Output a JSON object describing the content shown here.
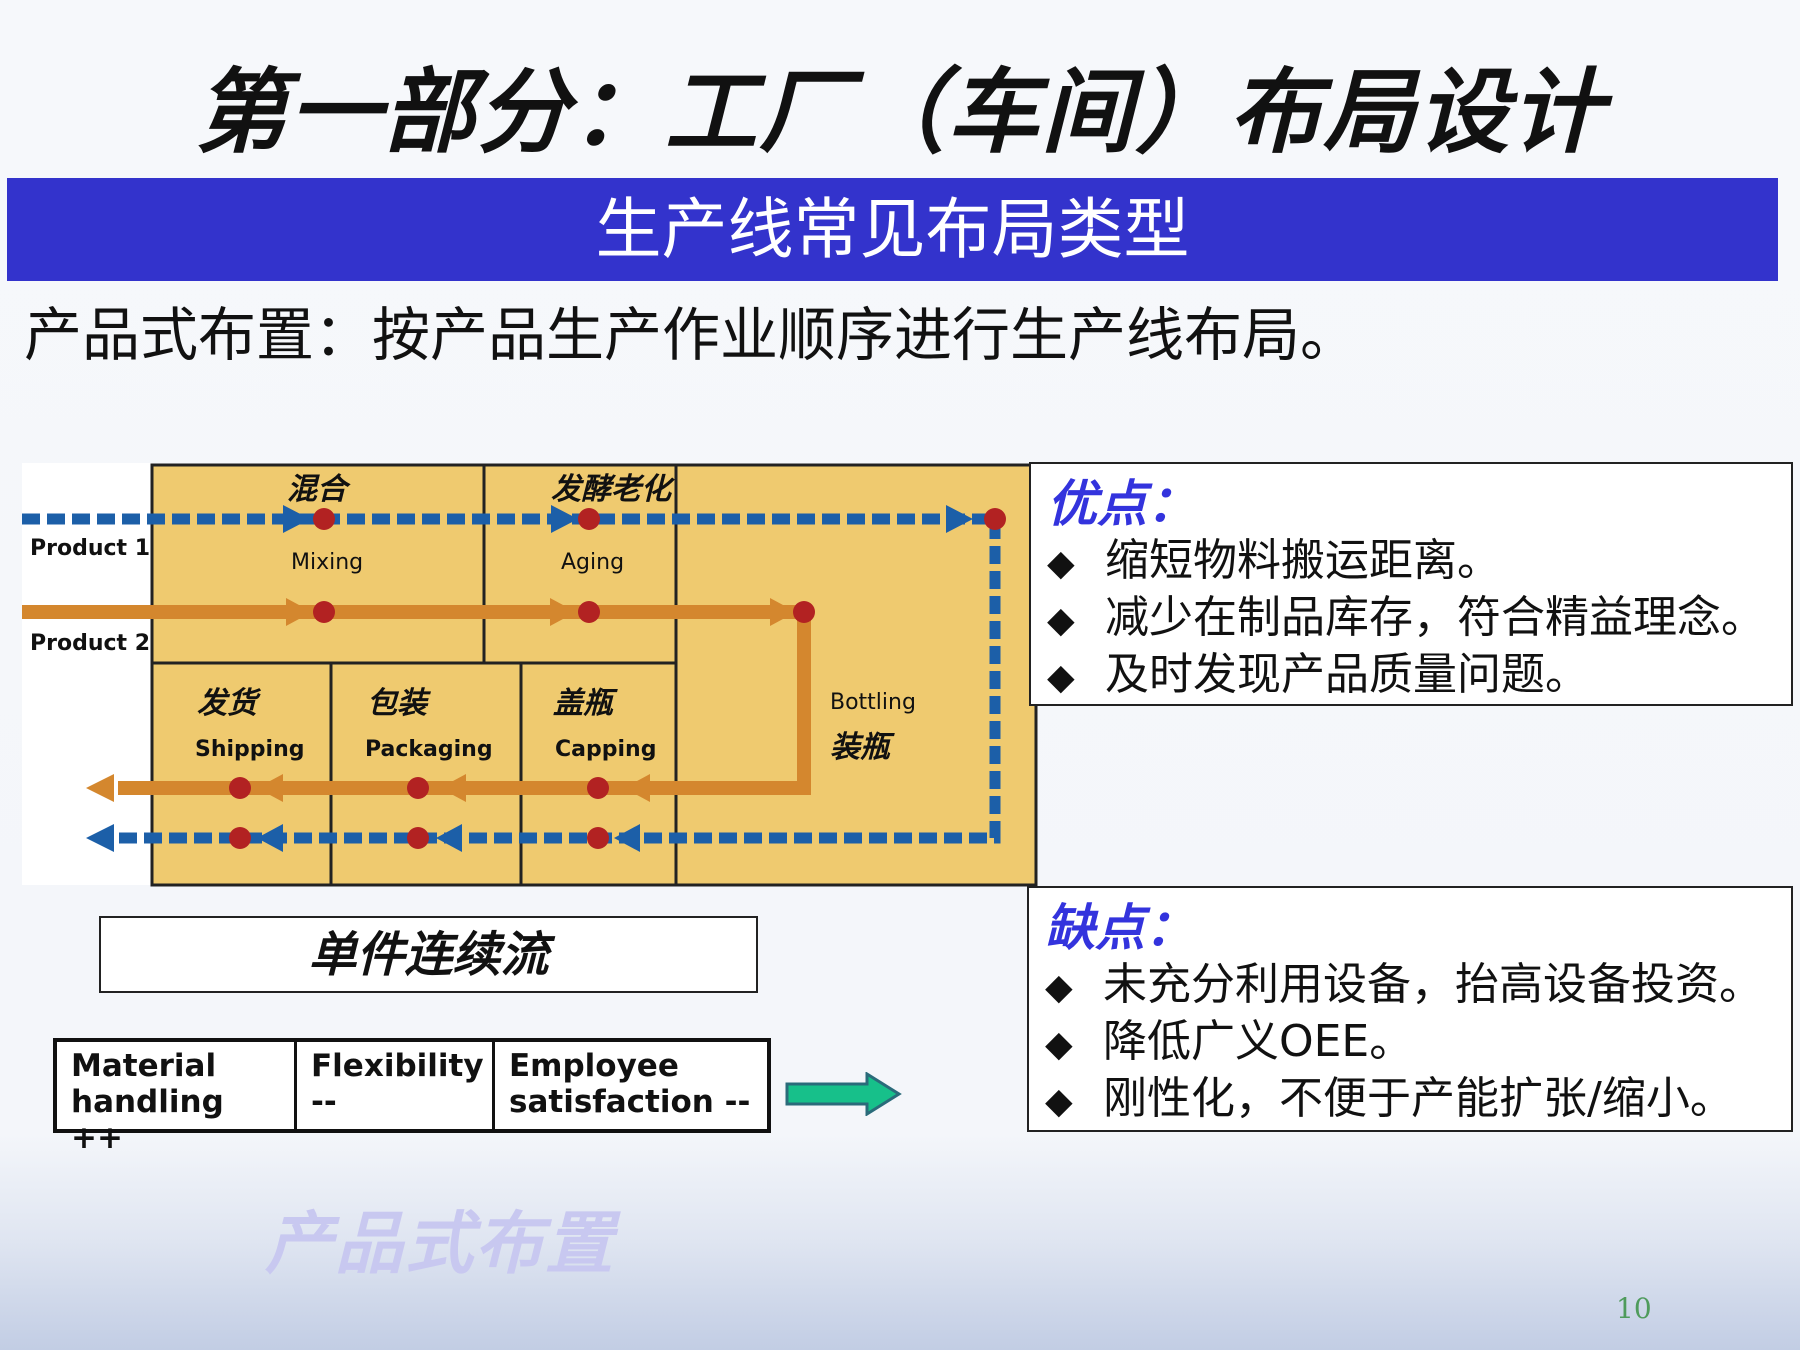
{
  "title": "第一部分：工厂（车间）布局设计",
  "banner": "生产线常见布局类型",
  "subheading": "产品式布置：按产品生产作业顺序进行生产线布局。",
  "diagram": {
    "products": [
      "Product 1",
      "Product 2"
    ],
    "stations": {
      "mixing_cn": "混合",
      "mixing_en": "Mixing",
      "aging_cn": "发酵老化",
      "aging_en": "Aging",
      "shipping_cn": "发货",
      "shipping_en": "Shipping",
      "packaging_cn": "包装",
      "packaging_en": "Packaging",
      "capping_cn": "盖瓶",
      "capping_en": "Capping",
      "bottling_en": "Bottling",
      "bottling_cn": "装瓶"
    },
    "colors": {
      "floor": "#efca6f",
      "product1": "#1c5fa8",
      "product2": "#d4872e",
      "node": "#b22222"
    }
  },
  "flow_label": "单件连续流",
  "tradeoffs": [
    {
      "line1": "Material",
      "line2": "handling ++"
    },
    {
      "line1": "Flexibility",
      "line2": "--"
    },
    {
      "line1": "Employee",
      "line2": "satisfaction --"
    }
  ],
  "arrow_icon": "right-arrow-icon",
  "pros": {
    "title": "优点：",
    "items": [
      "缩短物料搬运距离。",
      "减少在制品库存，符合精益理念。",
      "及时发现产品质量问题。"
    ]
  },
  "cons": {
    "title": "缺点：",
    "items": [
      "未充分利用设备，抬高设备投资。",
      "降低广义OEE。",
      "刚性化，不便于产能扩张/缩小。"
    ]
  },
  "watermark": "产品式布置",
  "page_number": "10"
}
